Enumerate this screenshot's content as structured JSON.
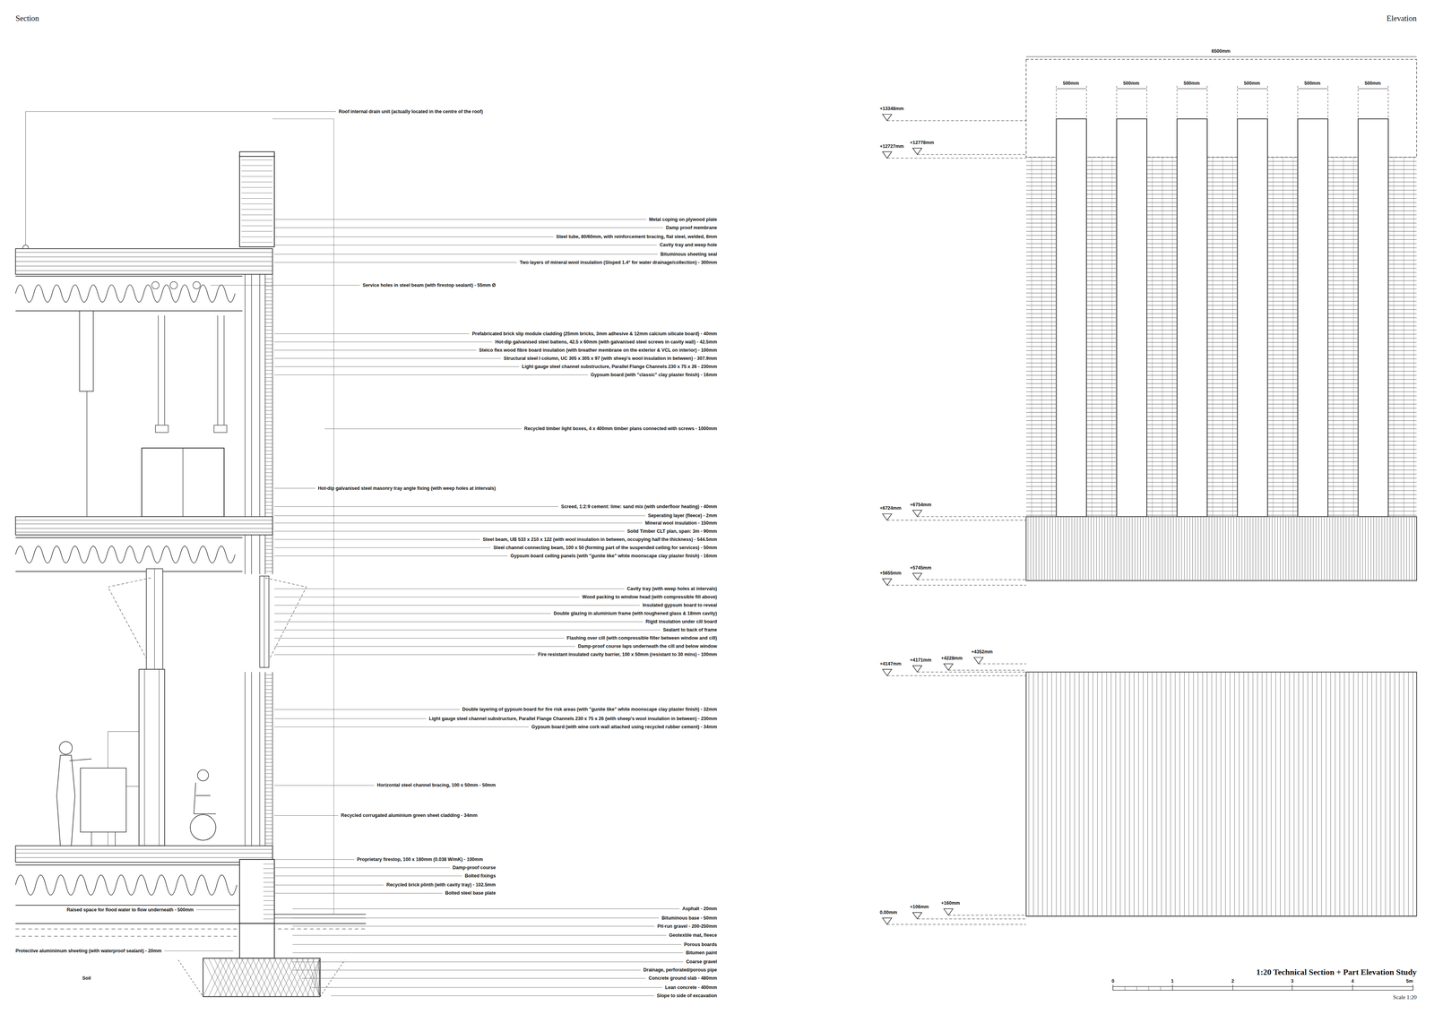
{
  "diagram": {
    "title": "1:20 Technical Section + Part Elevation Study",
    "labels": [
      "Section",
      "Elevation",
      "Roof internal drain unit (actually located in the centre of the roof)",
      "Metal coping on plywood plate",
      "Damp proof membrane",
      "Steel tube, 80/60mm, with reinforcement bracing, flat steel, welded, 8mm",
      "Cavity tray and weep hole",
      "Bituminous sheeting seal",
      "Two layers of mineral wool insulation (Sloped 1.4° for water drainage/collection) - 300mm",
      "Service holes in steel beam (with firestop sealant) - 55mm Ø",
      "Prefabricated brick slip module cladding (25mm bricks, 3mm adhesive & 12mm calcium silicate board) - 40mm",
      "Hot-dip galvanised steel battens, 42.5 x 60mm (with galvanised steel screws in cavity wall) - 42.5mm",
      "Steico flex wood fibre board insulation (with breather membrane on the exterior & VCL on interior) - 100mm",
      "Structural steel I column, UC 305 x 305 x 97 (with sheep's wool insulation in between) - 307.9mm",
      "Light gauge steel channel substructure, Parallel Flange Channels 230 x 75 x 26 - 230mm",
      "Gypsum board (with \"classic\" clay plaster finish) - 16mm",
      "Recycled timber light boxes, 4 x 400mm timber plans connected with screws - 1000mm",
      "Hot-dip galvanised steel masonry tray angle fixing (with weep holes at intervals)",
      "Screed, 1:2:9 cement: lime: sand mix (with underfloor heating) - 40mm",
      "Seperating layer (fleece) - 2mm",
      "Mineral wool insulation - 150mm",
      "Solid Timber CLT plan, span: 3m - 90mm",
      "Steel beam, UB 533 x 210 x 122 (with wool insulation in between, occupying half the thickness) - 544.5mm",
      "Steel channel connecting beam, 100 x 50 (forming part of the suspended ceiling for services) - 50mm",
      "Gypsum board ceiling panels (with \"gunite like\" white moonscape clay plaster finish) - 16mm",
      "Cavity tray (with weep holes at intervals)",
      "Wood packing to window head (with compressible fill above)",
      "Insulated gypsum board to reveal",
      "Double glazing in aluminium frame (with toughened glass & 18mm cavity)",
      "Rigid insulation under cill board",
      "Sealant to back of frame",
      "Flashing over cill (with compressible filler between window and cill)",
      "Damp-proof course laps underneath the cill and below window",
      "Fire resistant insulated cavity barrier, 100 x 50mm (resistant to 30 mins) - 100mm",
      "Double layering of gypsum board for fire risk areas (with \"gunite like\" white moonscape clay plaster finish) - 32mm",
      "Light gauge steel channel substructure, Parallel Flange Channels 230 x 75 x 26 (with sheep's wool insulation in between) - 230mm",
      "Gypsum board (with wine cork wall attached using recycled rubber cement) - 34mm",
      "Horizontal steel channel bracing, 100 x 50mm - 50mm",
      "Recycled corrugated aluminium green sheet cladding - 34mm",
      "Proprietary firestop, 100 x 180mm (0.038 W/mK) - 100mm",
      "Damp-proof course",
      "Bolted fixings",
      "Recycled brick plinth (with cavity tray) - 102.5mm",
      "Bolted steel base plate",
      "Raised space for flood water to flow underneath - 500mm",
      "Asphalt - 20mm",
      "Bituminous base - 50mm",
      "Pit-run gravel - 200-250mm",
      "Geotextile mat, fleece",
      "Porous boards",
      "Bitumen paint",
      "Coarse gravel",
      "Drainage, perforated/porous pipe",
      "Concrete ground slab - 480mm",
      "Lean concrete - 400mm",
      "Slope to side of excavation",
      "Protective aluminimum sheeting (with waterproof sealant) - 20mm",
      "Soil",
      "6500mm",
      "500mm",
      "500mm",
      "500mm",
      "500mm",
      "500mm",
      "500mm",
      "+13348mm",
      "+12727mm",
      "+12778mm",
      "+6724mm",
      "+6754mm",
      "+5655mm",
      "+5745mm",
      "+4147mm",
      "+4171mm",
      "+4228mm",
      "+4352mm",
      "0.00mm",
      "+106mm",
      "+160mm",
      "0",
      "1",
      "2",
      "3",
      "4",
      "5m",
      "Scale 1:20"
    ]
  }
}
